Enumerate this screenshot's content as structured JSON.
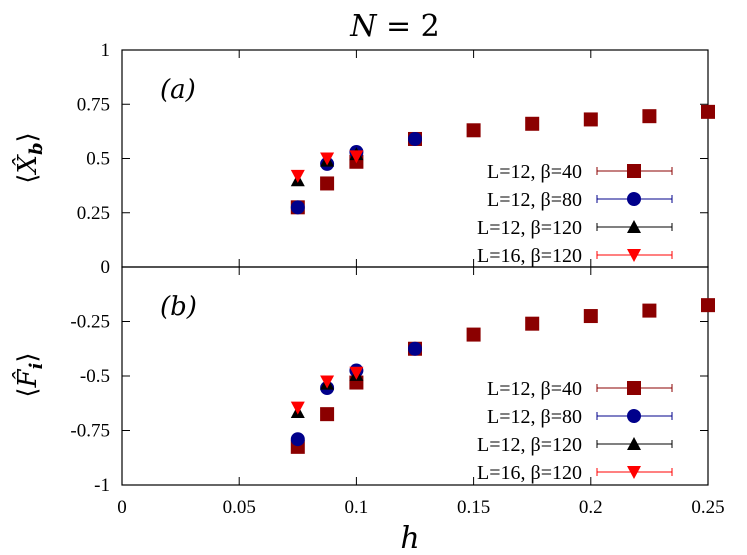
{
  "chart_data": {
    "type": "scatter",
    "title": "N = 2",
    "xlabel": "h",
    "xlim": [
      0,
      0.25
    ],
    "x_ticks": [
      "0",
      "0.05",
      "0.1",
      "0.15",
      "0.2",
      "0.25"
    ],
    "x_tick_values": [
      0,
      0.05,
      0.1,
      0.15,
      0.2,
      0.25
    ],
    "legend_placement": "right, lower half of each panel",
    "series_styles": [
      {
        "name": "L=12, β=40",
        "marker": "square",
        "color": "#8b0000"
      },
      {
        "name": "L=12, β=80",
        "marker": "circle",
        "color": "#00008b"
      },
      {
        "name": "L=12, β=120",
        "marker": "triangle-up",
        "color": "#000000"
      },
      {
        "name": "L=16, β=120",
        "marker": "triangle-down",
        "color": "#ff0000"
      }
    ],
    "panels": [
      {
        "label": "(a)",
        "ylabel": "⟨X̂_b⟩",
        "ylim": [
          0,
          1
        ],
        "y_ticks": [
          "0",
          "0.25",
          "0.5",
          "0.75",
          "1"
        ],
        "y_tick_values": [
          0,
          0.25,
          0.5,
          0.75,
          1
        ],
        "series": [
          {
            "name": "L=12, β=40",
            "x": [
              0.075,
              0.0875,
              0.1,
              0.125,
              0.15,
              0.175,
              0.2,
              0.225,
              0.25
            ],
            "values": [
              0.275,
              0.385,
              0.485,
              0.59,
              0.63,
              0.66,
              0.68,
              0.695,
              0.715
            ]
          },
          {
            "name": "L=12, β=80",
            "x": [
              0.075,
              0.0875,
              0.1,
              0.125
            ],
            "values": [
              0.275,
              0.475,
              0.53,
              0.59
            ]
          },
          {
            "name": "L=12, β=120",
            "x": [
              0.075,
              0.0875,
              0.1
            ],
            "values": [
              0.4,
              0.49,
              0.52
            ]
          },
          {
            "name": "L=16, β=120",
            "x": [
              0.075,
              0.0875,
              0.1
            ],
            "values": [
              0.42,
              0.5,
              0.51
            ]
          }
        ]
      },
      {
        "label": "(b)",
        "ylabel": "⟨F̂_i⟩",
        "ylim": [
          -1,
          0
        ],
        "y_ticks": [
          "-0.25",
          "-0.5",
          "-0.75",
          "-1"
        ],
        "y_tick_values": [
          -0.25,
          -0.5,
          -0.75,
          -1
        ],
        "series": [
          {
            "name": "L=12, β=40",
            "x": [
              0.075,
              0.0875,
              0.1,
              0.125,
              0.15,
              0.175,
              0.2,
              0.225,
              0.25
            ],
            "values": [
              -0.825,
              -0.675,
              -0.53,
              -0.375,
              -0.31,
              -0.26,
              -0.225,
              -0.2,
              -0.175
            ]
          },
          {
            "name": "L=12, β=80",
            "x": [
              0.075,
              0.0875,
              0.1,
              0.125
            ],
            "values": [
              -0.79,
              -0.555,
              -0.475,
              -0.375
            ]
          },
          {
            "name": "L=12, β=120",
            "x": [
              0.075,
              0.0875,
              0.1
            ],
            "values": [
              -0.665,
              -0.535,
              -0.495
            ]
          },
          {
            "name": "L=16, β=120",
            "x": [
              0.075,
              0.0875,
              0.1
            ],
            "values": [
              -0.645,
              -0.525,
              -0.485
            ]
          }
        ]
      }
    ]
  }
}
